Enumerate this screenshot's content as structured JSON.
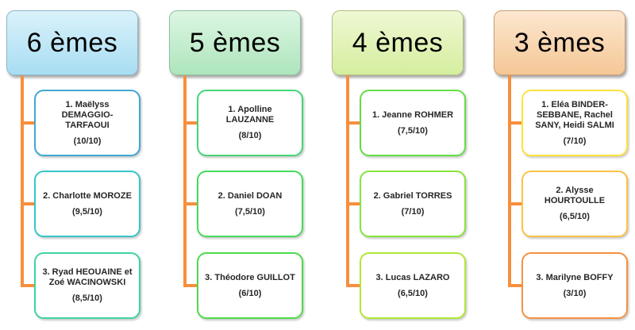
{
  "diagram": {
    "connector_color": "#F78F3D",
    "item_text_color": "#262626",
    "columns": [
      {
        "header": {
          "label": "6 èmes",
          "gradient_top": "#d9f2fb",
          "gradient_bottom": "#a8ddf2",
          "border_color": "#8fb6c6"
        },
        "items": [
          {
            "name": "1. Maëlyss DEMAGGIO-TARFAOUI",
            "score": "(10/10)",
            "border_color": "#3fa8d0"
          },
          {
            "name": "2. Charlotte MOROZE",
            "score": "(9,5/10)",
            "border_color": "#38c5c9"
          },
          {
            "name": "3. Ryad HEOUAINE et Zoé WACINOWSKI",
            "score": "(8,5/10)",
            "border_color": "#3ed4a0"
          }
        ]
      },
      {
        "header": {
          "label": "5 èmes",
          "gradient_top": "#ddf6e3",
          "gradient_bottom": "#ade5bc",
          "border_color": "#92bd9e"
        },
        "items": [
          {
            "name": "1. Apolline LAUZANNE",
            "score": "(8/10)",
            "border_color": "#46d578"
          },
          {
            "name": "2. Daniel DOAN",
            "score": "(7,5/10)",
            "border_color": "#48d95c"
          },
          {
            "name": "3. Théodore GUILLOT",
            "score": "(6/10)",
            "border_color": "#4edb4b"
          }
        ]
      },
      {
        "header": {
          "label": "4 èmes",
          "gradient_top": "#eff8d4",
          "gradient_bottom": "#d5ee9e",
          "border_color": "#b2c085"
        },
        "items": [
          {
            "name": "1. Jeanne ROHMER",
            "score": "(7,5/10)",
            "border_color": "#63de43"
          },
          {
            "name": "2. Gabriel TORRES",
            "score": "(7/10)",
            "border_color": "#86e43c"
          },
          {
            "name": "3. Lucas LAZARO",
            "score": "(6,5/10)",
            "border_color": "#b0e835"
          }
        ]
      },
      {
        "header": {
          "label": "3 èmes",
          "gradient_top": "#fce7d0",
          "gradient_bottom": "#f5c795",
          "border_color": "#c79e77"
        },
        "items": [
          {
            "name": "1. Eléa BINDER-SEBBANE, Rachel SANY, Heidi SALMI",
            "score": "(7/10)",
            "border_color": "#ffe13c"
          },
          {
            "name": "2. Alysse HOURTOULLE",
            "score": "(6,5/10)",
            "border_color": "#fbc247"
          },
          {
            "name": "3. Marilyne BOFFY",
            "score": "(3/10)",
            "border_color": "#f79140"
          }
        ]
      }
    ]
  }
}
